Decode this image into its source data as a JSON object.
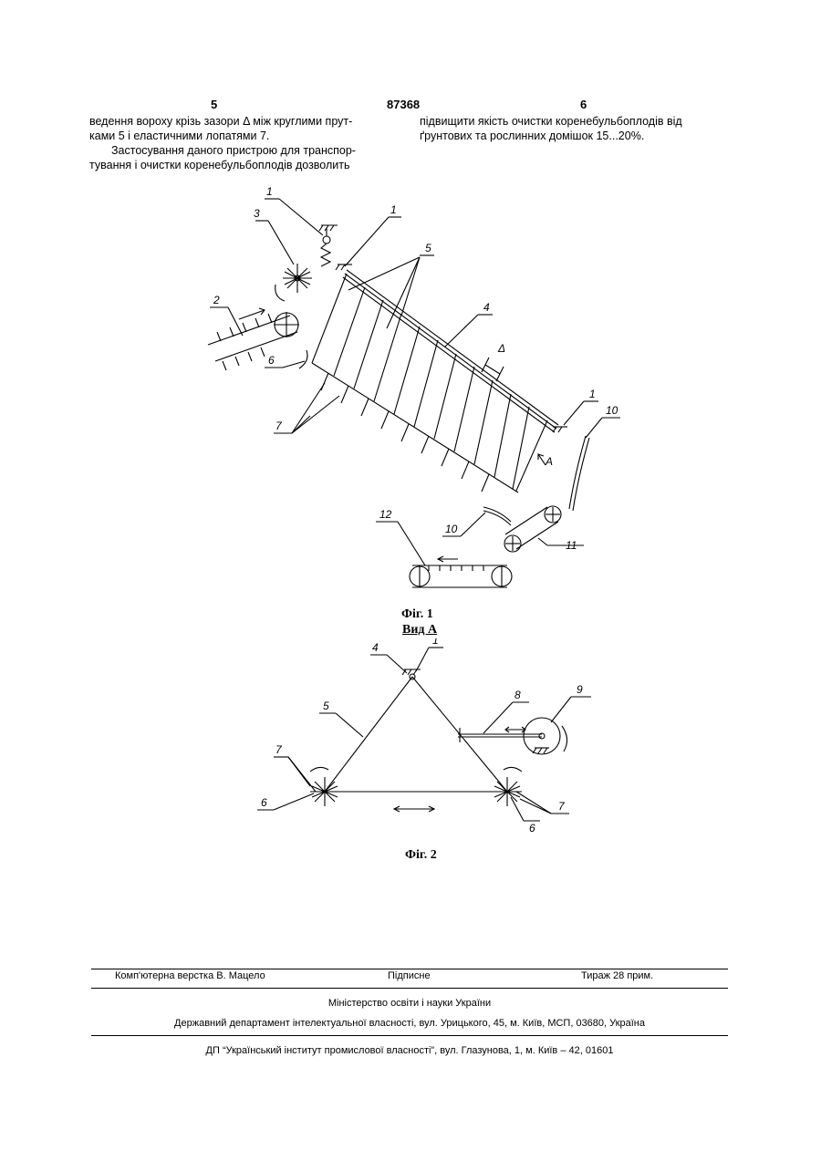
{
  "header": {
    "page_left": "5",
    "patent_number": "87368",
    "page_right": "6"
  },
  "text": {
    "left_line1": "ведення вороху крізь зазори Δ між круглими прут-",
    "left_line2": "ками 5 і еластичними лопатями 7.",
    "left_line3": "Застосування даного пристрою для транспор-",
    "left_line4": "тування і очистки коренебульбоплодів дозволить",
    "right_line1": "підвищити якість очистки коренебульбоплодів від",
    "right_line2": "ґрунтових та рослинних домішок 15...20%."
  },
  "figure1": {
    "caption": "Фіг. 1",
    "labels": [
      "1",
      "1",
      "1",
      "2",
      "3",
      "4",
      "5",
      "6",
      "7",
      "10",
      "10",
      "11",
      "12"
    ],
    "delta": "Δ",
    "view_arrow": "A"
  },
  "figure2": {
    "view_title": "Вид А",
    "caption": "Фіг. 2",
    "labels": [
      "1",
      "4",
      "5",
      "6",
      "6",
      "7",
      "7",
      "8",
      "9"
    ]
  },
  "footer": {
    "layout": "Комп'ютерна верстка В. Мацело",
    "signed": "Підписне",
    "circulation": "Тираж 28 прим.",
    "ministry": "Міністерство освіти і науки України",
    "department": "Державний департамент інтелектуальної власності, вул. Урицького, 45, м. Київ, МСП, 03680, Україна",
    "institute": "ДП “Український інститут промислової власності”, вул. Глазунова, 1, м. Київ – 42, 01601"
  }
}
